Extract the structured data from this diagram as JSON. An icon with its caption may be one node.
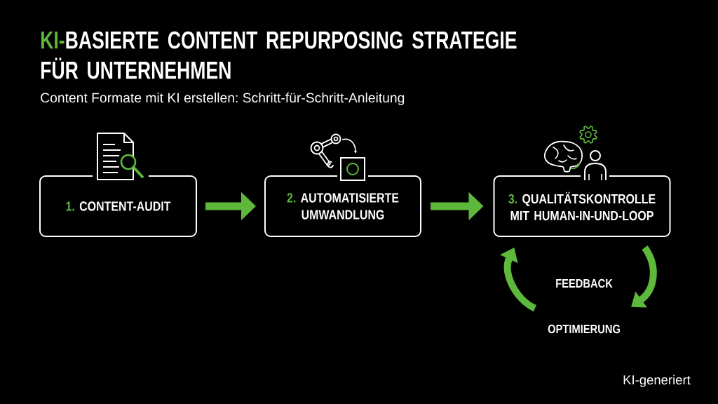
{
  "diagram": {
    "title": "KI-BASIERTE CONTENT REPURPOSING STRATEGIE FÜR UNTERNEHMEN",
    "nodes": [
      {
        "text": [
          "1. CONTENT-AUDIT"
        ]
      },
      {
        "text": [
          "2. AUTOMATISIERTE UMWANDLUNG"
        ]
      },
      {
        "text": [
          "3. QUALITÄTSKONTROLLE MIT HUMAN-IN-UND-LOOP"
        ]
      },
      {
        "text": [
          "OPTIMIERUNG"
        ]
      }
    ],
    "edges": [
      {
        "from": 0,
        "to": 1,
        "arrow": "to"
      },
      {
        "from": 1,
        "to": 2,
        "arrow": "to"
      },
      {
        "from": 2,
        "to": 3,
        "arrow": "to"
      },
      {
        "from": 3,
        "to": 2,
        "arrow": "to"
      }
    ],
    "labels": [
      "Content Formate mit KI erstellen: Schritt-für-Schritt-Anleitung",
      "FEEDBACK",
      "KI-generiert"
    ]
  }
}
